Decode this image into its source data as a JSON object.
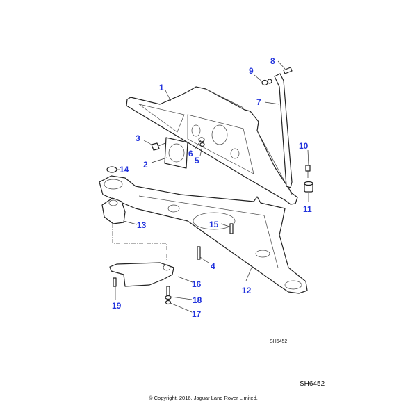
{
  "diagram": {
    "callouts": [
      "1",
      "2",
      "3",
      "4",
      "5",
      "6",
      "7",
      "8",
      "9",
      "10",
      "11",
      "12",
      "13",
      "14",
      "15",
      "16",
      "17",
      "18",
      "19"
    ],
    "label_color": "#2233dd",
    "illustration_code": "SH6452"
  },
  "footer": {
    "sheet_code": "SH6452",
    "copyright": "© Copyright, 2016. Jaguar Land Rover Limited."
  }
}
